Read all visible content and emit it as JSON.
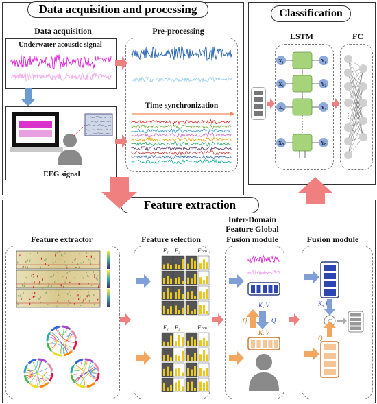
{
  "panels": {
    "acquisition": {
      "title": "Data acquisition and processing",
      "data_acquisition_label": "Data acquisition",
      "underwater_label": "Underwater acoustic signal",
      "preprocessing_label": "Pre-processing",
      "time_sync_label": "Time synchronization",
      "eeg_label": "EEG signal"
    },
    "classification": {
      "title": "Classification",
      "lstm_label": "LSTM",
      "fc_label": "FC",
      "lstm_inputs": [
        "X₁",
        "X₂",
        "X₃",
        "Xₙ"
      ],
      "lstm_outputs": [
        "Y₁",
        "Y₂",
        "Y₃",
        "Yₙ"
      ]
    },
    "features": {
      "title": "Feature extraction",
      "extractor_label": "Feature extractor",
      "selection_label": "Feature selection",
      "inter_domain_label_1": "Inter-Domain",
      "inter_domain_label_2": "Feature Global",
      "inter_domain_label_3": "Fusion module",
      "fusion_label": "Fusion module",
      "selection_header": [
        "F₁",
        "F₂",
        "…",
        "Fₙₘ"
      ],
      "kv_label": "K, V",
      "q_label": "Q",
      "concat_label": "C"
    }
  },
  "colors": {
    "magenta": "#e01ed4",
    "pink_light": "#f3a3ec",
    "blue": "#1f5fae",
    "light_blue": "#9fd0f2",
    "lstm_green": "#a6d47a",
    "node_blue": "#8ea9db",
    "arrow_red": "#f07f7f",
    "arrow_blue": "#7f9fd6",
    "arrow_orange": "#f2a65e",
    "fc_gray": "#d0d0d0",
    "bar_yellow": "#e8c81e",
    "heat_gray": "#555555"
  }
}
